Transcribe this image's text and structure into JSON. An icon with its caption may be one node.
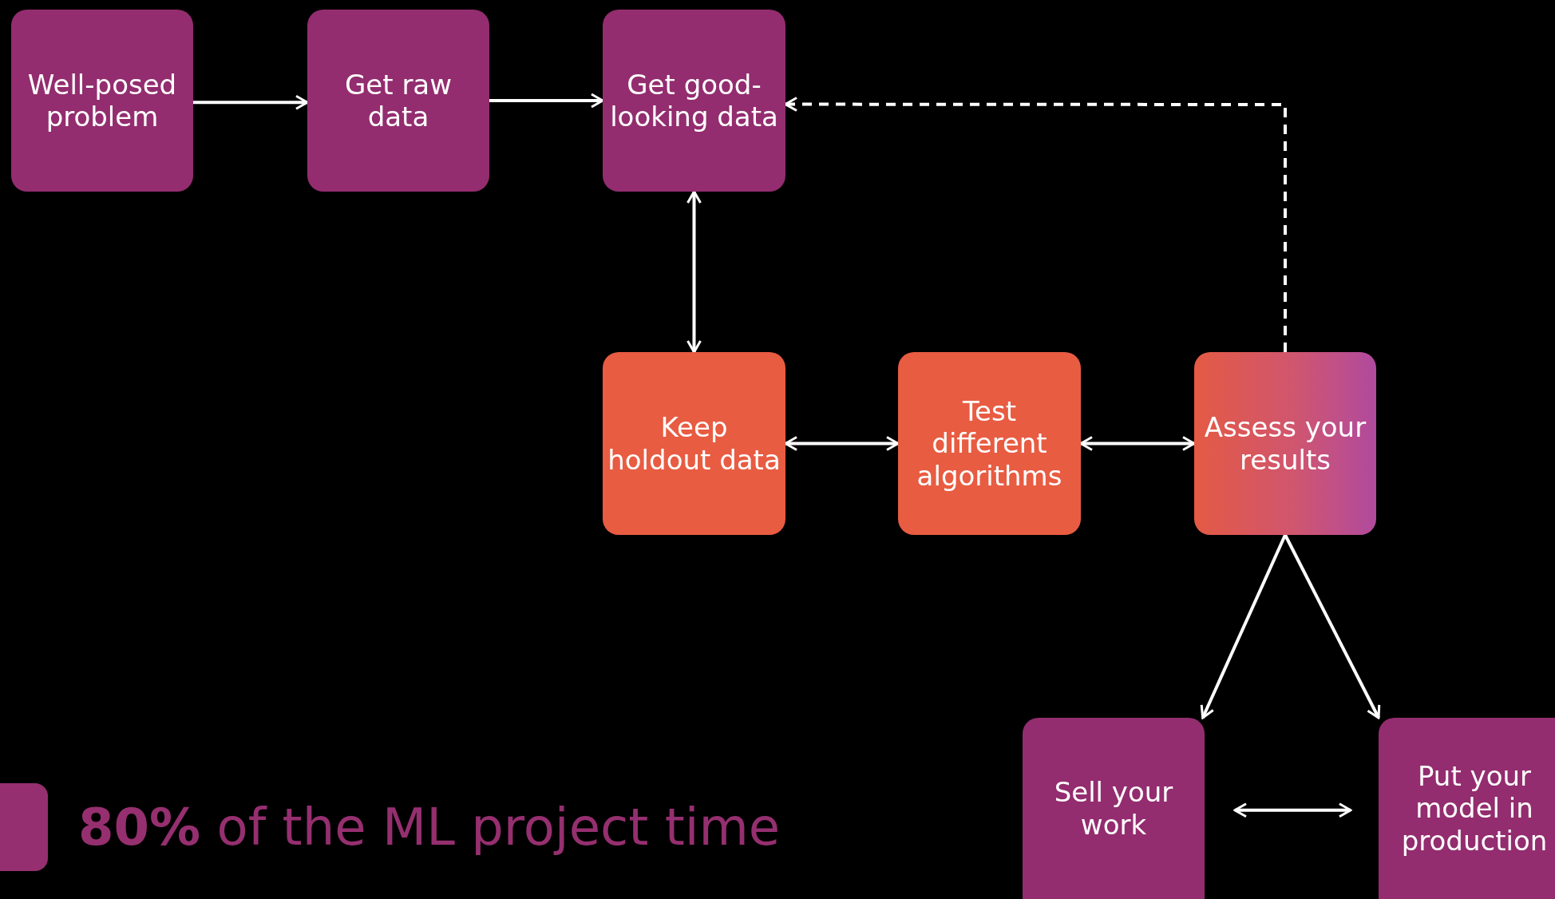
{
  "diagram": {
    "nodes": [
      {
        "text": [
          "Well-posed problem"
        ]
      },
      {
        "text": [
          "Get raw data"
        ]
      },
      {
        "text": [
          "Get good-looking data"
        ]
      },
      {
        "text": [
          "Keep holdout data"
        ]
      },
      {
        "text": [
          "Test different algorithms"
        ]
      },
      {
        "text": [
          "Assess your results"
        ]
      },
      {
        "text": [
          "Sell your work"
        ]
      },
      {
        "text": [
          "Put your model in production"
        ]
      }
    ],
    "edges": [
      {
        "from": 0,
        "to": 1,
        "arrow": "to"
      },
      {
        "from": 1,
        "to": 2,
        "arrow": "to"
      },
      {
        "from": 5,
        "to": 2,
        "arrow": "to",
        "style": "dashed"
      },
      {
        "from": 2,
        "to": 3,
        "arrow": "both"
      },
      {
        "from": 3,
        "to": 4,
        "arrow": "both"
      },
      {
        "from": 4,
        "to": 5,
        "arrow": "both"
      },
      {
        "from": 5,
        "to": 6,
        "arrow": "to"
      },
      {
        "from": 5,
        "to": 7,
        "arrow": "to"
      },
      {
        "from": 6,
        "to": 7,
        "arrow": "both"
      }
    ],
    "legend": [
      {
        "text": "**80%** of the ML project time",
        "color": "#952f6f"
      }
    ]
  }
}
